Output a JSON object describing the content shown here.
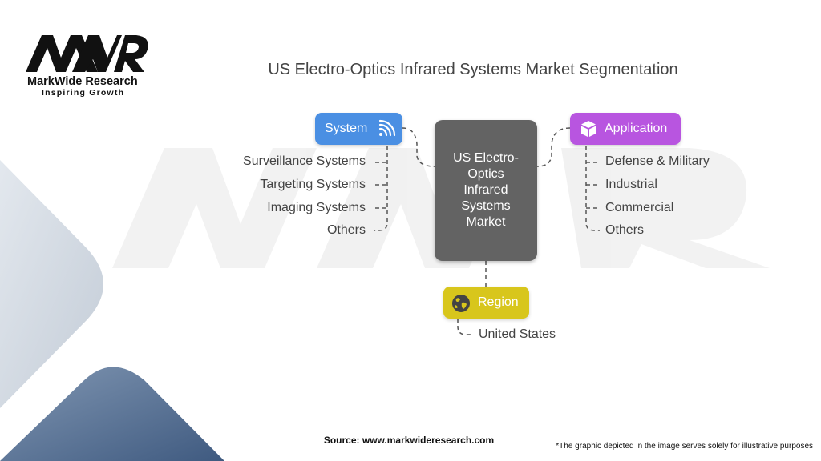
{
  "logo": {
    "mark": "MWR",
    "name": "MarkWide Research",
    "tagline": "Inspiring Growth"
  },
  "title": "US Electro-Optics Infrared Systems Market Segmentation",
  "center": {
    "label": "US Electro-Optics Infrared Systems Market"
  },
  "segments": {
    "system": {
      "label": "System",
      "icon": "signal-icon",
      "color": "#4a8fe3",
      "items": [
        "Surveillance Systems",
        "Targeting Systems",
        "Imaging Systems",
        "Others"
      ]
    },
    "application": {
      "label": "Application",
      "icon": "cube-icon",
      "color": "#b855e0",
      "items": [
        "Defense & Military",
        "Industrial",
        "Commercial",
        "Others"
      ]
    },
    "region": {
      "label": "Region",
      "icon": "globe-icon",
      "color": "#d8c61c",
      "items": [
        "United States"
      ]
    }
  },
  "footer": {
    "source": "Source: www.markwideresearch.com",
    "disclaimer": "*The graphic depicted in the image serves solely for illustrative purposes"
  }
}
